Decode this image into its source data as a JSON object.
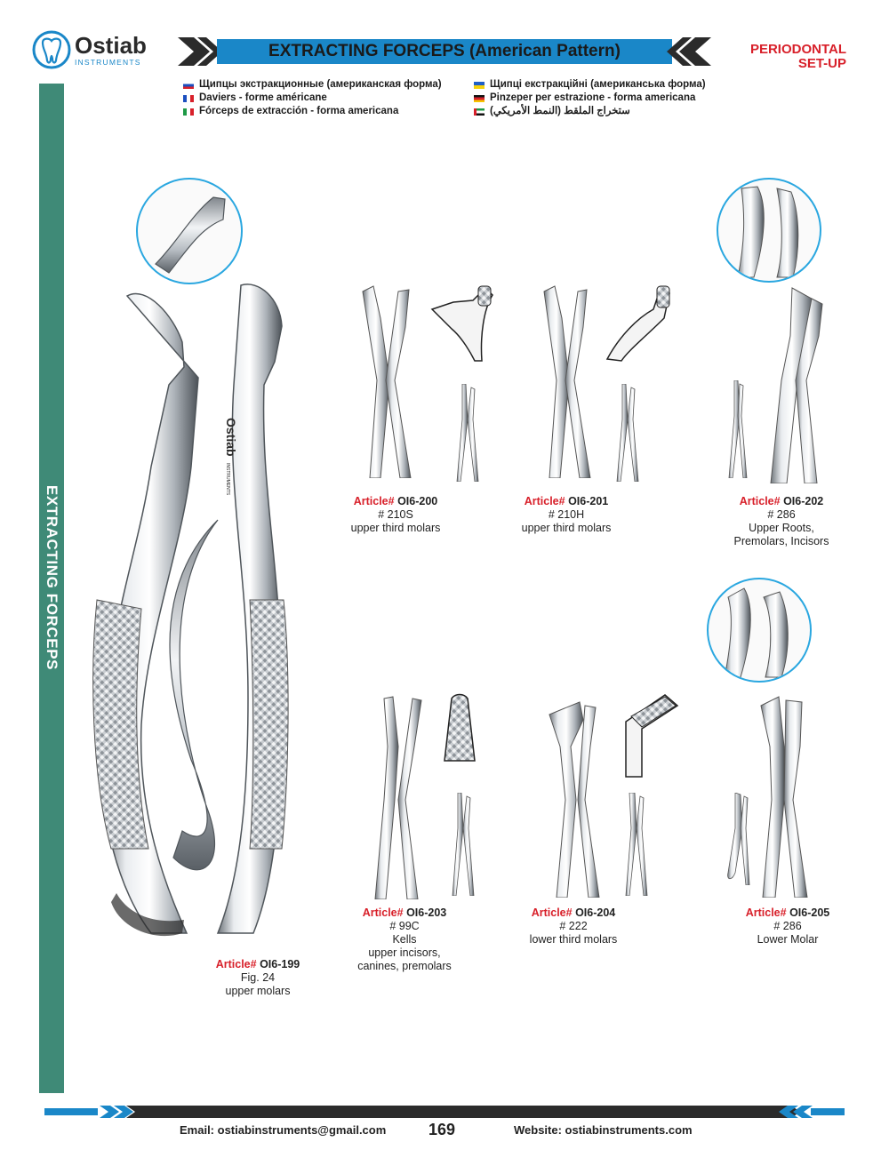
{
  "brand": {
    "name": "Ostiab",
    "subtitle": "INSTRUMENTS",
    "watermark_name": "Ostiab",
    "watermark_sub": "INSTRUMENTS"
  },
  "header": {
    "title": "EXTRACTING FORCEPS (American Pattern)",
    "category_line1": "PERIODONTAL",
    "category_line2": "SET-UP"
  },
  "translations_left": [
    {
      "flag": "ru",
      "text": "Щипцы экстракционные (американская форма)"
    },
    {
      "flag": "fr",
      "text": "Daviers - forme américane"
    },
    {
      "flag": "it",
      "text": "Fórceps de extracción - forma americana"
    }
  ],
  "translations_right": [
    {
      "flag": "ua",
      "text": "Щипці екстракційні (американська форма)"
    },
    {
      "flag": "de",
      "text": "Pinzeper per estrazione - forma americana"
    },
    {
      "flag": "ae",
      "text": "ستخراج الملقط (النمط الأمريكي)"
    }
  ],
  "side_label": "EXTRACTING FORCEPS",
  "products": [
    {
      "id": "199",
      "prefix": "Article#",
      "number": "OI6-199",
      "line1": "Fig. 24",
      "line2": "upper molars",
      "line3": ""
    },
    {
      "id": "200",
      "prefix": "Article#",
      "number": "OI6-200",
      "line1": "# 210S",
      "line2": "upper third molars",
      "line3": ""
    },
    {
      "id": "201",
      "prefix": "Article#",
      "number": "OI6-201",
      "line1": "# 210H",
      "line2": "upper third molars",
      "line3": ""
    },
    {
      "id": "202",
      "prefix": "Article#",
      "number": "OI6-202",
      "line1": "# 286",
      "line2": "Upper Roots,",
      "line3": "Premolars, Incisors"
    },
    {
      "id": "203",
      "prefix": "Article#",
      "number": "OI6-203",
      "line1": "# 99C",
      "line2": "Kells",
      "line3": "upper incisors,",
      "line4": "canines, premolars"
    },
    {
      "id": "204",
      "prefix": "Article#",
      "number": "OI6-204",
      "line1": "# 222",
      "line2": "lower third molars",
      "line3": ""
    },
    {
      "id": "205",
      "prefix": "Article#",
      "number": "OI6-205",
      "line1": "# 286",
      "line2": "Lower Molar",
      "line3": ""
    }
  ],
  "footer": {
    "email": "Email: ostiabinstruments@gmail.com",
    "page": "169",
    "website": "Website: ostiabinstruments.com"
  },
  "colors": {
    "accent_blue": "#1a87c8",
    "accent_red": "#d8202a",
    "side_green": "#3f8a77",
    "dark_bar": "#2b2b2b"
  }
}
